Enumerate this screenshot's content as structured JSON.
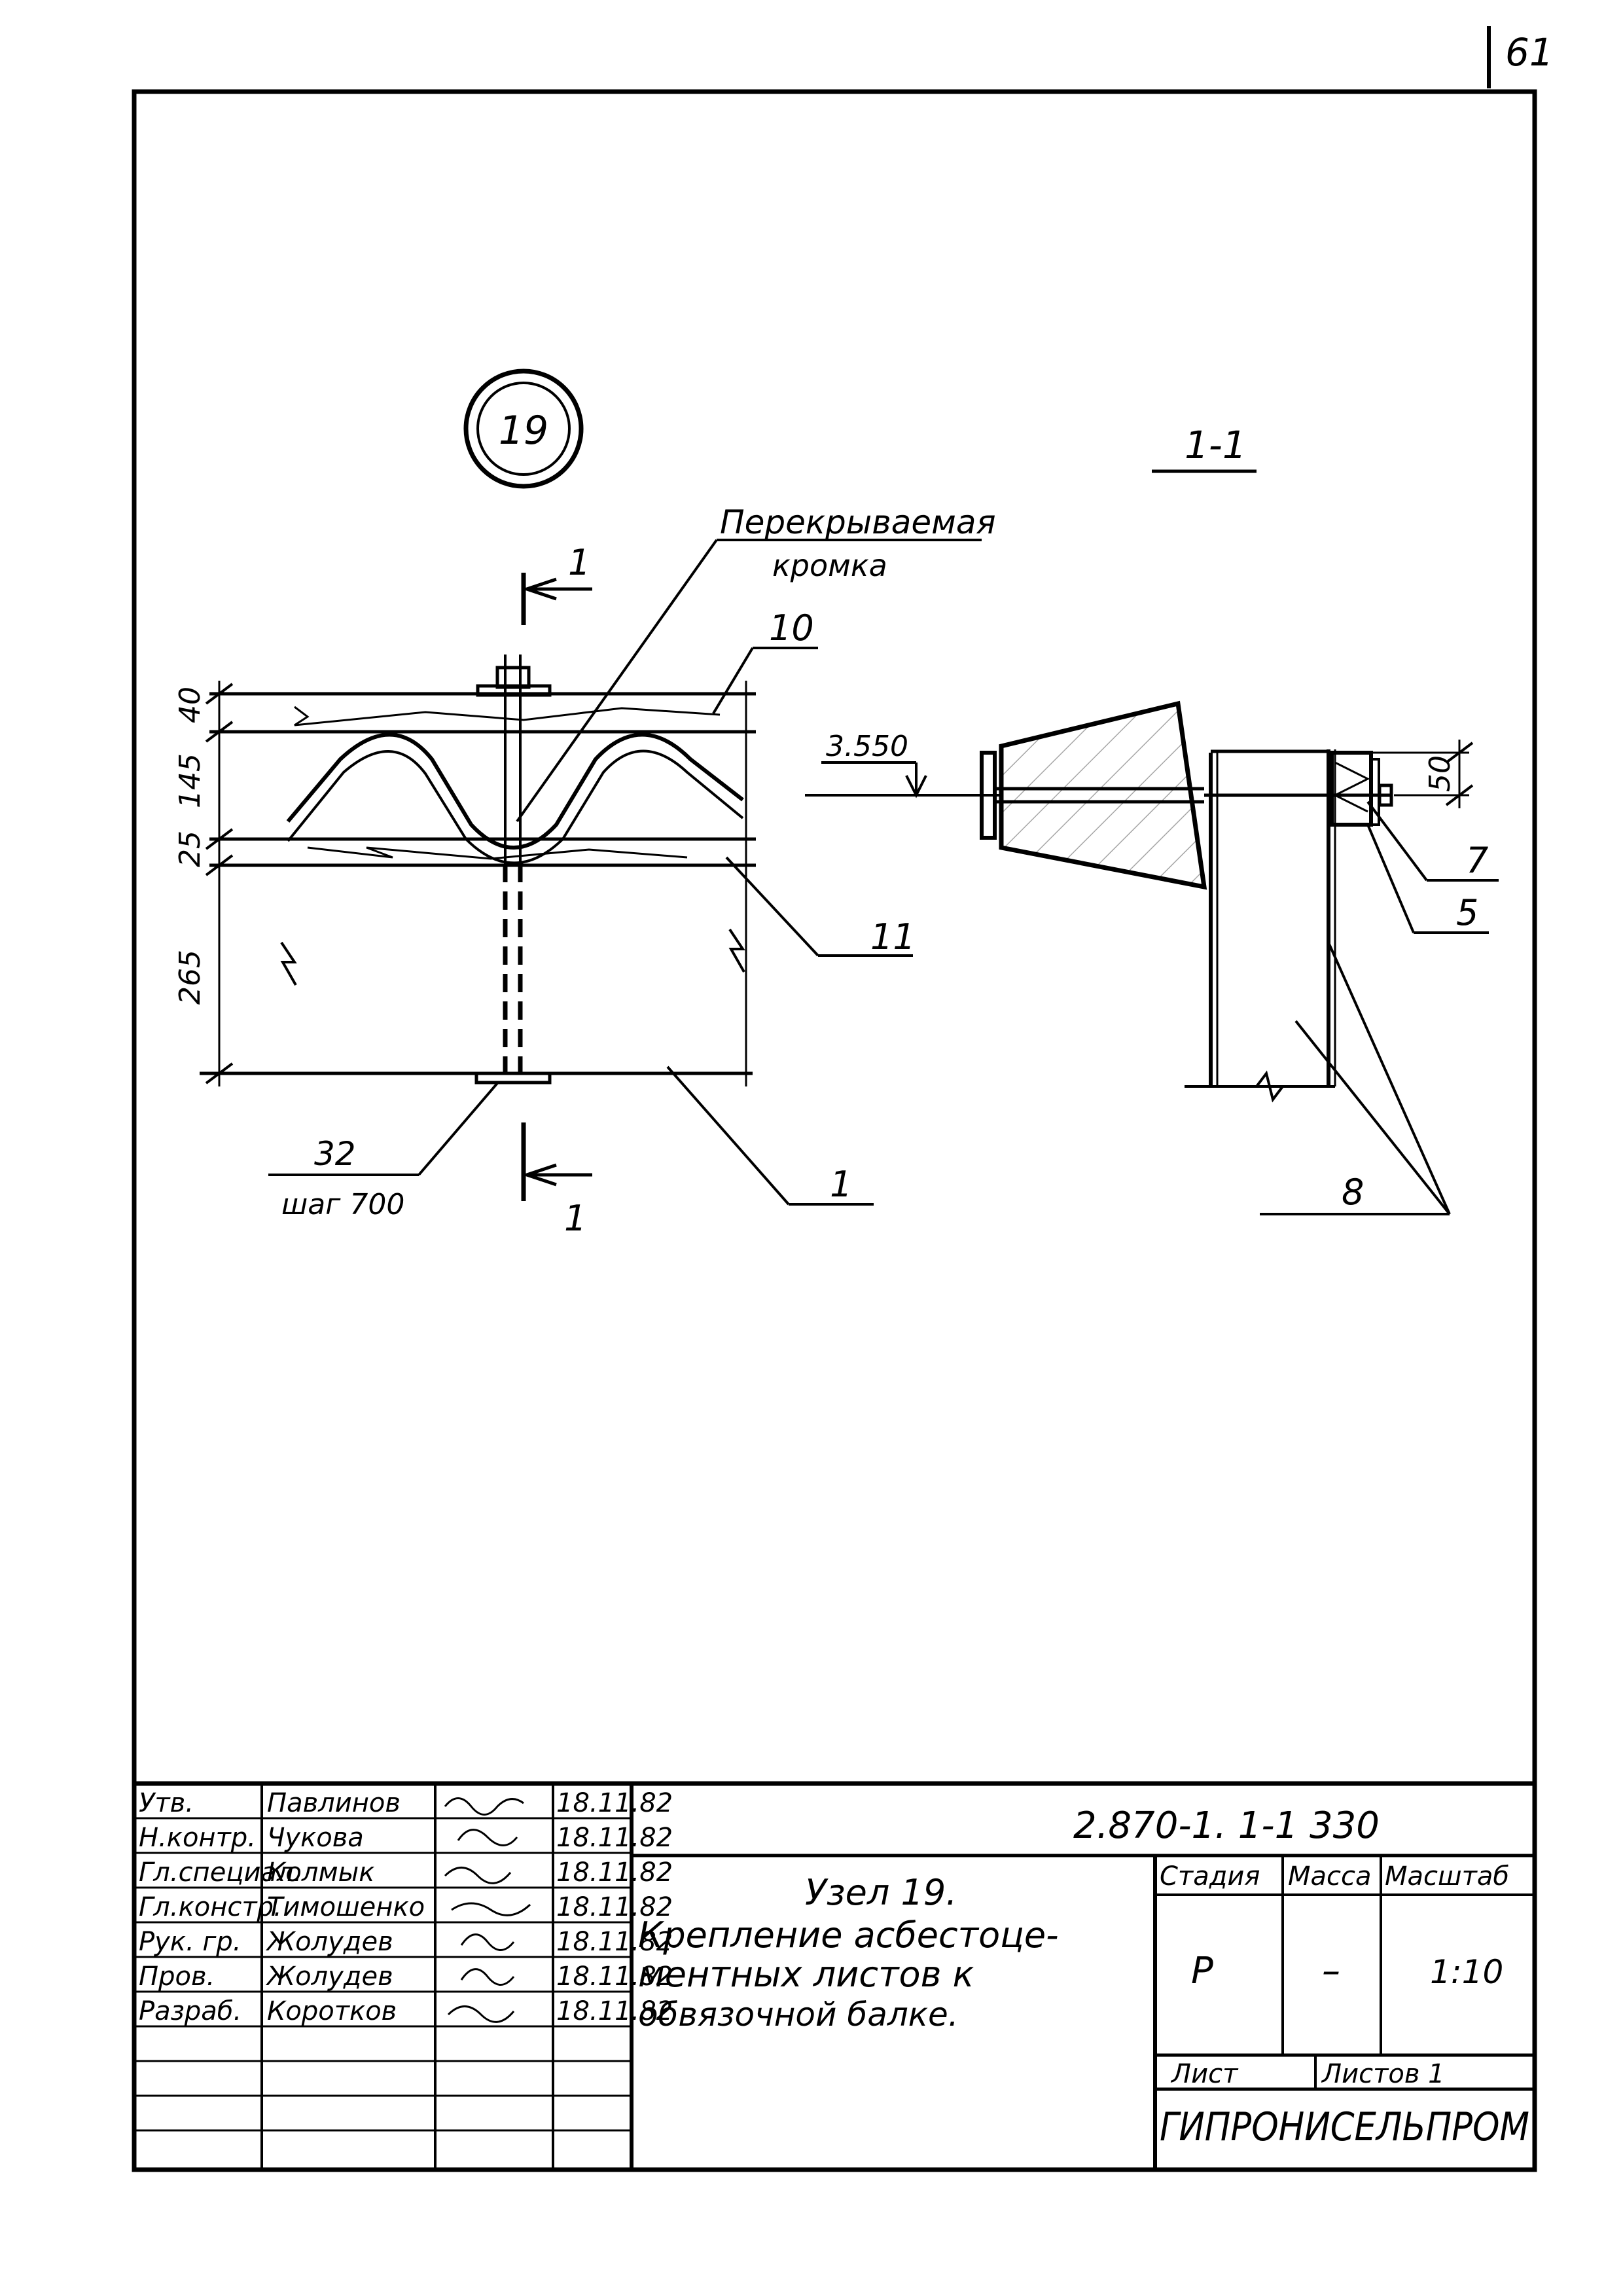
{
  "page_number": "61",
  "node": {
    "circle_label": "19",
    "section_label": "1-1",
    "section_mark": "1",
    "callout_overlap_line1": "Перекрываемая",
    "callout_overlap_line2": "кромка",
    "dims_left": [
      "40",
      "145",
      "25",
      "265"
    ],
    "pos_10": "10",
    "pos_11": "11",
    "pos_1": "1",
    "bolt_size": "32",
    "bolt_step": "шаг 700",
    "elevation": "3.550",
    "dim_right": "50",
    "pos_7": "7",
    "pos_5": "5",
    "pos_8": "8"
  },
  "title_block": {
    "signatures": [
      {
        "role": "Утв.",
        "name": "Павлинов",
        "date": "18.11.82"
      },
      {
        "role": "Н.контр.",
        "name": "Чукова",
        "date": "18.11.82"
      },
      {
        "role": "Гл.специал.",
        "name": "Колмык",
        "date": "18.11.82"
      },
      {
        "role": "Гл.констр.",
        "name": "Тимошенко",
        "date": "18.11.82"
      },
      {
        "role": "Рук. гр.",
        "name": "Жолудев",
        "date": "18.11.82"
      },
      {
        "role": "Пров.",
        "name": "Жолудев",
        "date": "18.11.82"
      },
      {
        "role": "Разраб.",
        "name": "Коротков",
        "date": "18.11.82"
      }
    ],
    "doc_code": "2.870-1. 1-1 330",
    "title_line1": "Узел 19.",
    "title_line2": "Крепление асбестоце-",
    "title_line3": "ментных листов к",
    "title_line4": "обвязочной балке.",
    "stage_header": "Стадия",
    "mass_header": "Масса",
    "scale_header": "Масштаб",
    "stage": "Р",
    "mass": "–",
    "scale": "1:10",
    "sheet_label": "Лист",
    "sheets_label": "Листов 1",
    "organization": "ГИПРОНИСЕЛЬПРОМ"
  }
}
